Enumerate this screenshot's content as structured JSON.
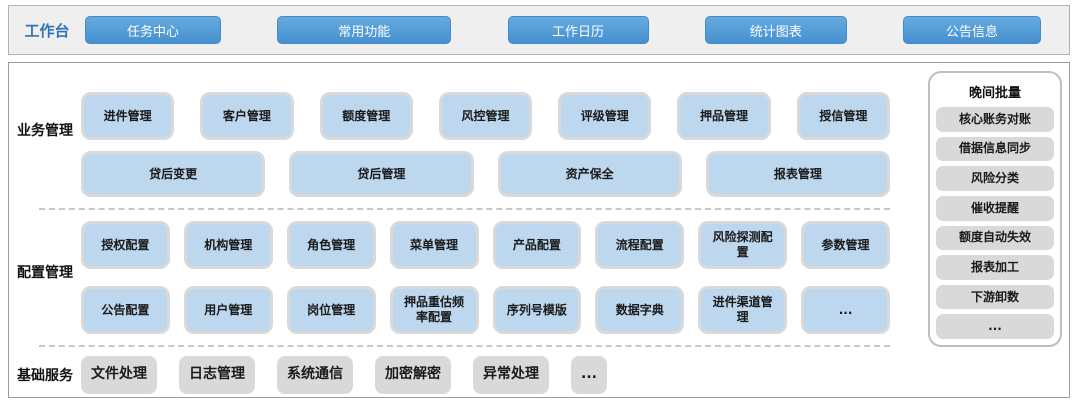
{
  "topbar": {
    "label": "工作台",
    "buttons": [
      "任务中心",
      "常用功能",
      "工作日历",
      "统计图表",
      "公告信息"
    ]
  },
  "business": {
    "label": "业务管理",
    "row1": [
      "进件管理",
      "客户管理",
      "额度管理",
      "风控管理",
      "评级管理",
      "押品管理",
      "授信管理"
    ],
    "row2": [
      "贷后变更",
      "贷后管理",
      "资产保全",
      "报表管理"
    ]
  },
  "config": {
    "label": "配置管理",
    "row1": [
      "授权配置",
      "机构管理",
      "角色管理",
      "菜单管理",
      "产品配置",
      "流程配置",
      "风险探测配置",
      "参数管理"
    ],
    "row2": [
      "公告配置",
      "用户管理",
      "岗位管理",
      "押品重估频率配置",
      "序列号模版",
      "数据字典",
      "进件渠道管理",
      "..."
    ]
  },
  "foundation": {
    "label": "基础服务",
    "items": [
      "文件处理",
      "日志管理",
      "系统通信",
      "加密解密",
      "异常处理",
      "..."
    ]
  },
  "night_batch": {
    "title": "晚间批量",
    "items": [
      "核心账务对账",
      "借据信息同步",
      "风险分类",
      "催收提醒",
      "额度自动失效",
      "报表加工",
      "下游卸数",
      "..."
    ]
  },
  "colors": {
    "accent_blue": "#4590cf",
    "module_blue": "#bdd7ee",
    "module_gray": "#d9d9d9",
    "label_blue": "#2e75b6"
  }
}
